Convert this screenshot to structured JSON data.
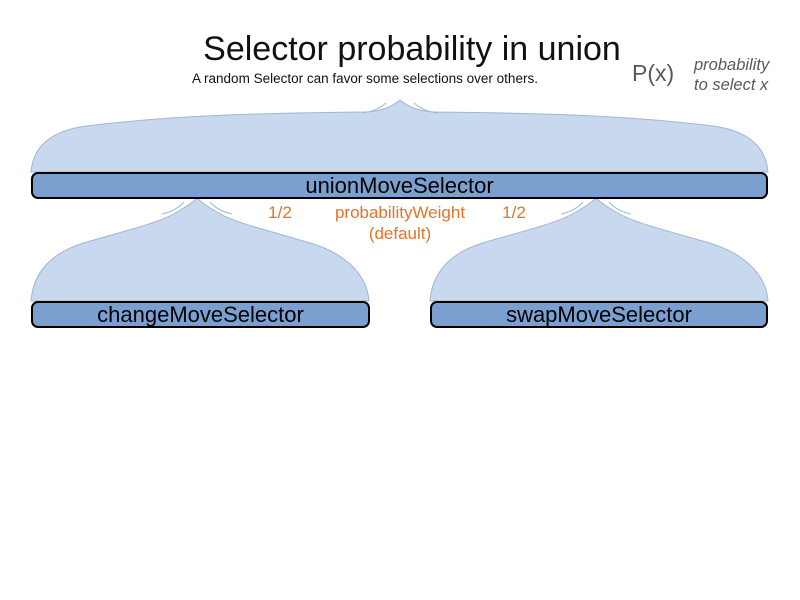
{
  "slide": {
    "title": "Selector probability in union",
    "subtitle": "A random Selector can favor some selections over others.",
    "legend": {
      "formula": "P(x)",
      "note_line1": "probability",
      "note_line2": "to select x"
    },
    "nodes": {
      "union": "unionMoveSelector",
      "change": "changeMoveSelector",
      "swap": "swapMoveSelector"
    },
    "annotations": {
      "left_weight": "1/2",
      "weight_label": "probabilityWeight",
      "weight_default": "(default)",
      "right_weight": "1/2"
    },
    "colors": {
      "node_fill": "#7ba0d0",
      "node_border": "#000000",
      "curve_fill": "#c8d8ee",
      "curve_stroke": "#a0b6d4",
      "annotation_orange": "#dd7628",
      "legend_gray": "#58595b"
    }
  }
}
